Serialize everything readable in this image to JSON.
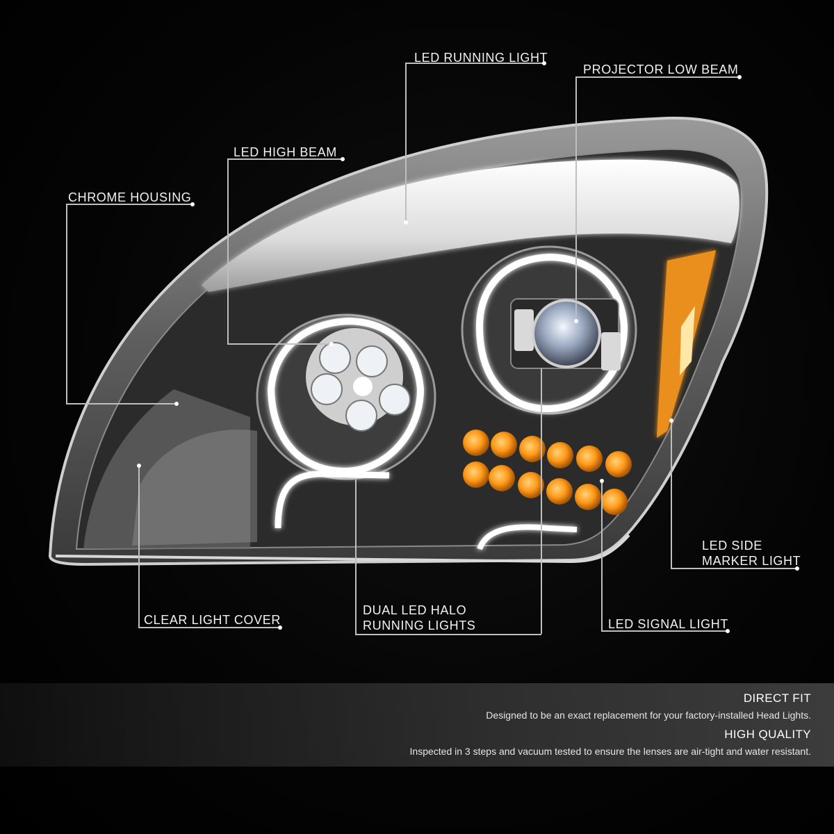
{
  "callouts": {
    "led_running_light": "LED RUNNING LIGHT",
    "projector_low_beam": "PROJECTOR LOW BEAM",
    "led_high_beam": "LED HIGH BEAM",
    "chrome_housing": "CHROME HOUSING",
    "led_side_marker_line1": "LED SIDE",
    "led_side_marker_line2": "MARKER LIGHT",
    "clear_light_cover": "CLEAR LIGHT COVER",
    "dual_led_halo_line1": "DUAL LED HALO",
    "dual_led_halo_line2": "RUNNING LIGHTS",
    "led_signal_light": "LED SIGNAL LIGHT"
  },
  "features": [
    {
      "title": "DIRECT FIT",
      "description": "Designed to be an exact replacement for your factory-installed Head Lights."
    },
    {
      "title": "HIGH QUALITY",
      "description": "Inspected in 3 steps and vacuum tested to ensure the lenses are air-tight and water resistant."
    }
  ],
  "colors": {
    "amber": "#ff9a1a",
    "chrome": "#c8c8c8",
    "halo": "#ffffff",
    "background": "#000000"
  }
}
